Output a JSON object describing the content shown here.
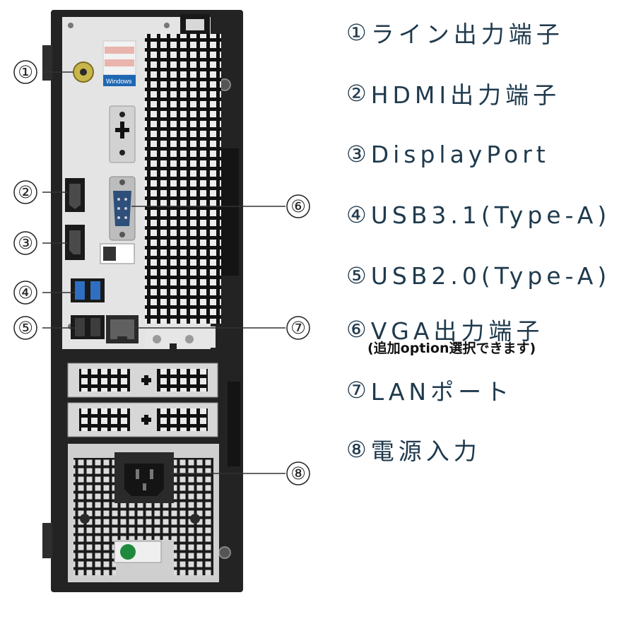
{
  "colors": {
    "text": "#1f3a4d",
    "case": "#232323",
    "panel": "#e3e3e3",
    "port_blue": "#2f6fc1"
  },
  "callouts": [
    {
      "num": "①"
    },
    {
      "num": "②"
    },
    {
      "num": "③"
    },
    {
      "num": "④"
    },
    {
      "num": "⑤"
    },
    {
      "num": "⑥"
    },
    {
      "num": "⑦"
    },
    {
      "num": "⑧"
    }
  ],
  "windows_badge": "Windows",
  "legend": [
    {
      "num": "①",
      "label": "ライン出力端子"
    },
    {
      "num": "②",
      "label": "HDMI出力端子"
    },
    {
      "num": "③",
      "label": "DisplayPort"
    },
    {
      "num": "④",
      "label": "USB3.1(Type-A)"
    },
    {
      "num": "⑤",
      "label": "USB2.0(Type-A)"
    },
    {
      "num": "⑥",
      "label": "VGA出力端子"
    },
    {
      "num": "⑦",
      "label": "LANポート"
    },
    {
      "num": "⑧",
      "label": "電源入力"
    }
  ],
  "vga_note": "(追加option選択できます)"
}
